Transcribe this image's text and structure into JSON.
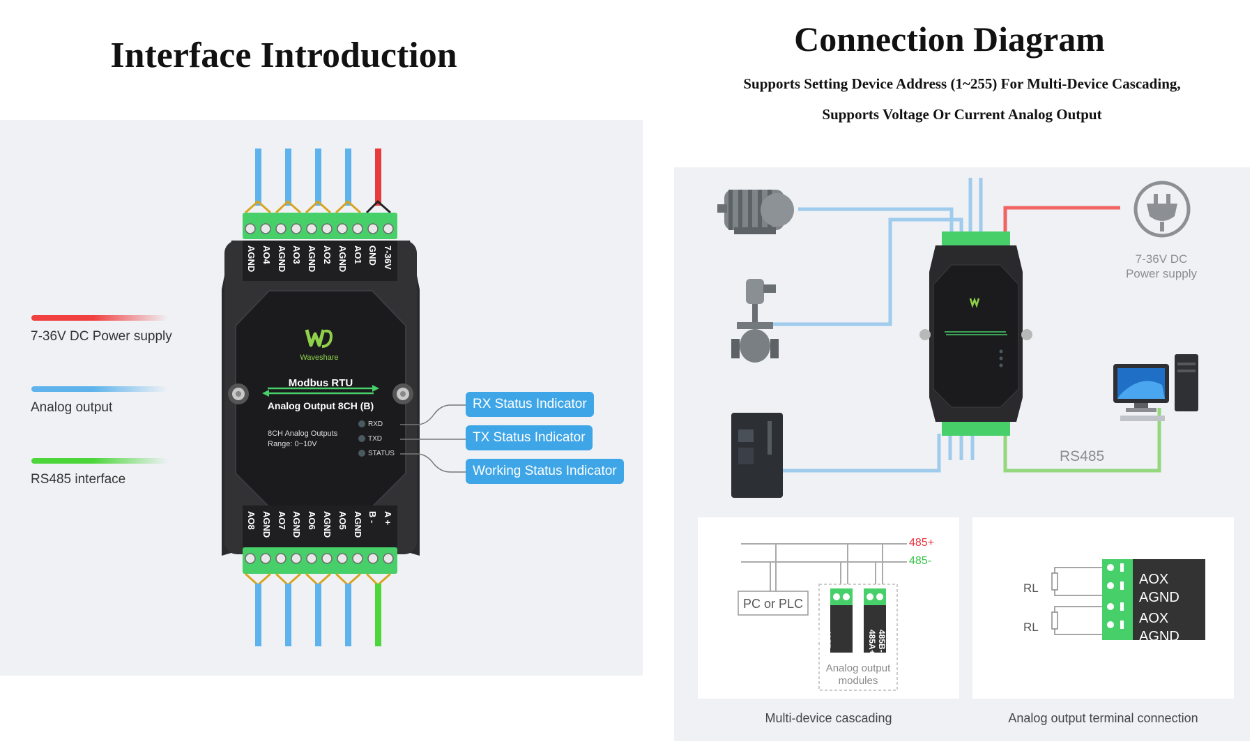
{
  "left": {
    "title": "Interface Introduction",
    "legend": [
      {
        "label": "7-36V DC Power supply",
        "color": "#f04040"
      },
      {
        "label": "Analog output",
        "color": "#5eb3ec"
      },
      {
        "label": "RS485 interface",
        "color": "#4cd63a"
      }
    ],
    "device": {
      "brand": "Waveshare",
      "protocol": "Modbus RTU",
      "model": "Analog Output 8CH (B)",
      "spec_line1": "8CH Analog Outputs",
      "spec_line2": "Range:  0~10V",
      "leds": [
        "RXD",
        "TXD",
        "STATUS"
      ],
      "top_terminals": [
        "AGND",
        "AO4",
        "AGND",
        "AO3",
        "AGND",
        "AO2",
        "AGND",
        "AO1",
        "GND",
        "7-36V"
      ],
      "bottom_terminals": [
        "AO8",
        "AGND",
        "AO7",
        "AGND",
        "AO6",
        "AGND",
        "AO5",
        "AGND",
        "B -",
        "A +"
      ]
    },
    "callouts": [
      "RX Status Indicator",
      "TX Status Indicator",
      "Working Status Indicator"
    ]
  },
  "right": {
    "title": "Connection Diagram",
    "subtitle_line1": "Supports Setting Device Address (1~255) For Multi-Device Cascading,",
    "subtitle_line2": "Supports Voltage Or Current Analog Output",
    "power_label_line1": "7-36V DC",
    "power_label_line2": "Power supply",
    "rs485_label": "RS485",
    "cascade": {
      "bus_plus": "485+",
      "bus_minus": "485-",
      "controller": "PC or PLC",
      "module_label_line1": "Analog output",
      "module_label_line2": "modules",
      "terminal_a": "485A+",
      "terminal_b": "485B-",
      "caption": "Multi-device cascading"
    },
    "terminal_conn": {
      "load_label": "RL",
      "rows": [
        "AOX",
        "AGND",
        "AOX",
        "AGND"
      ],
      "caption": "Analog output terminal connection"
    },
    "colors": {
      "power": "#f06464",
      "analog": "#9fcbec",
      "rs485": "#94d77d",
      "accent_red": "#e8323c",
      "accent_green": "#38c24a"
    }
  }
}
